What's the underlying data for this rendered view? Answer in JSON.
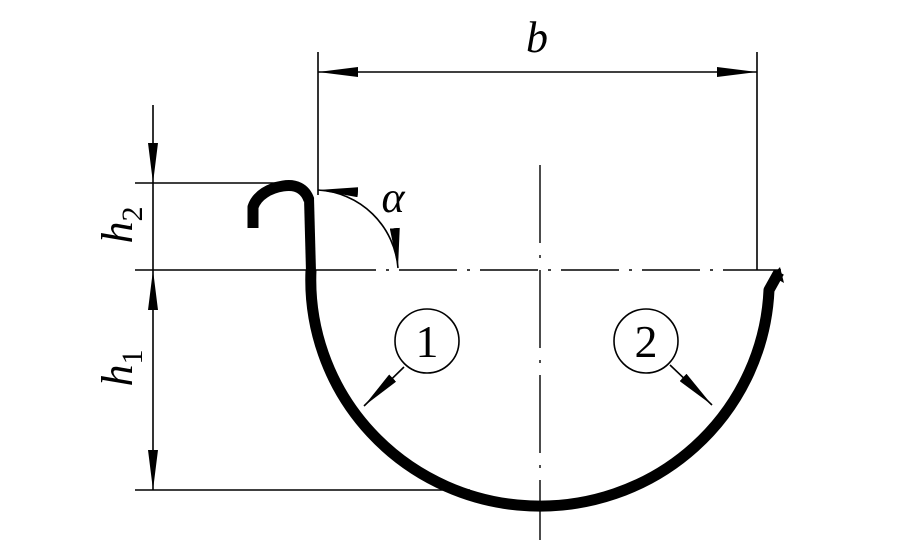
{
  "labels": {
    "width": "b",
    "angle": "α",
    "height_upper": "h",
    "height_upper_sub": "2",
    "height_lower": "h",
    "height_lower_sub": "1",
    "callout_1": "1",
    "callout_2": "2"
  },
  "colors": {
    "ink": "#000000",
    "paper": "#ffffff"
  }
}
